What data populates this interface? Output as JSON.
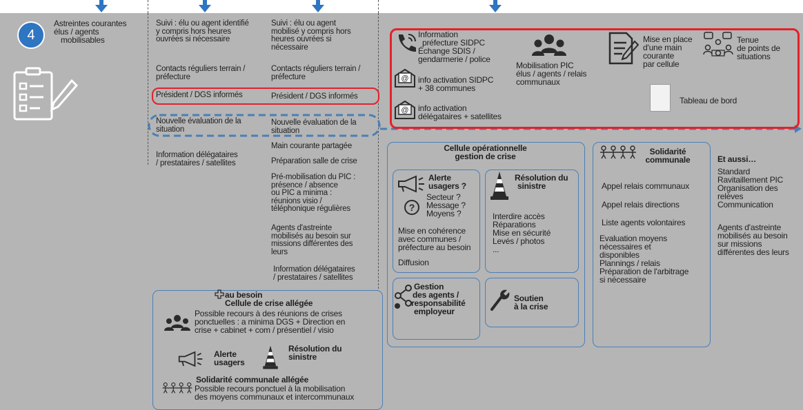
{
  "step": {
    "number": "4",
    "title_lines": [
      "Astreintes courantes",
      "élus / agents",
      "mobilisables"
    ]
  },
  "col1": {
    "suivi": [
      "Suivi : élu ou agent identifié",
      "y compris hors heures",
      "ouvrées si nécessaire"
    ],
    "contacts": [
      "Contacts réguliers terrain /",
      "préfecture"
    ],
    "president": "Président / DGS informés",
    "evaluation": [
      "Nouvelle évaluation de la",
      "situation"
    ],
    "information": [
      "Information délégataires",
      "/ prestataires / satellites"
    ]
  },
  "col2": {
    "suivi": [
      "Suivi : élu ou agent",
      "mobilisé y compris hors",
      "heures ouvrées si",
      "nécessaire"
    ],
    "contacts": [
      "Contacts réguliers terrain /",
      "préfecture"
    ],
    "president": "Président / DGS informés",
    "evaluation": [
      "Nouvelle évaluation de la",
      "situation"
    ],
    "main_courante": "Main courante partagée",
    "preparation": "Préparation salle de crise",
    "premob": [
      "Pré-mobilisation du PIC :",
      "présence / absence",
      "ou PIC a minima :",
      "réunions visio /",
      "téléphonique régulières"
    ],
    "agents": [
      "Agents d'astreinte",
      "mobilisés au besoin sur",
      "missions différentes des",
      "leurs"
    ],
    "information": [
      "Information délégataires",
      "/ prestataires / satellites"
    ]
  },
  "top_box": {
    "info_pref": [
      "Information",
      "préfecture SIDPC",
      "Échange SDIS /",
      "gendarmerie / police"
    ],
    "info_sidpc": [
      "info activation SIDPC",
      "+ 38 communes"
    ],
    "info_deleg": [
      "info activation",
      "délégataires + satellites"
    ],
    "mob_pic": [
      "Mobilisation PIC",
      "élus / agents / relais",
      "communaux"
    ],
    "main_cour": [
      "Mise en place",
      "d'une main",
      "courante",
      "par cellule"
    ],
    "points": [
      "Tenue",
      "de points de",
      "situations"
    ],
    "tableau": "Tableau de bord"
  },
  "cellule_ope": {
    "title": [
      "Cellule  opérationnelle",
      "gestion de crise"
    ],
    "alerte_title": [
      "Alerte",
      "usagers ?"
    ],
    "alerte_q": [
      "Secteur ?",
      "Message ?",
      "Moyens ?"
    ],
    "alerte_body": [
      "Mise en cohérence",
      "avec communes  /",
      "préfecture au besoin"
    ],
    "diffusion": "Diffusion",
    "resolution_title": [
      "Résolution du",
      "sinistre"
    ],
    "resolution_body": [
      "Interdire accès",
      "Réparations",
      "Mise en sécurité",
      "Levés / photos",
      "..."
    ],
    "gestion_title": [
      "Gestion",
      "des agents /",
      "responsabilité",
      "employeur"
    ],
    "soutien_title": [
      "Soutien",
      "à la crise"
    ]
  },
  "solidarite": {
    "title": [
      "Solidarité",
      "communale"
    ],
    "items": [
      "Appel relais communaux",
      "Appel relais directions",
      "Liste agents volontaires"
    ],
    "evaluation": [
      "Evaluation moyens",
      "nécessaires et",
      "disponibles",
      "Plannings / relais",
      "Préparation de l'arbitrage",
      "si nécessaire"
    ]
  },
  "et_aussi": {
    "title": "Et aussi…",
    "items": [
      "Standard",
      "Ravitaillement PIC",
      "Organisation des",
      "relèves",
      "Communication"
    ],
    "agents": [
      "Agents d'astreinte",
      "mobilisés au besoin",
      "sur missions",
      "différentes des leurs"
    ]
  },
  "cellule_allegee": {
    "au_besoin": "au besoin",
    "title": "Cellule de crise allégée",
    "body": [
      "Possible recours à des réunions de crises",
      "ponctuelles : a minima DGS + Direction en",
      "crise + cabinet + com  / présentiel / visio"
    ],
    "alerte": [
      "Alerte",
      "usagers"
    ],
    "resolution": [
      "Résolution du",
      "sinistre"
    ],
    "solidarite_title": "Solidarité communale allégée",
    "solidarite_body": [
      "Possible recours ponctuel à la mobilisation",
      "des moyens communaux et intercommunaux"
    ]
  },
  "colors": {
    "background": "#b5b5b5",
    "accent_blue": "#2e75c2",
    "red": "#e3212a",
    "box_blue": "#4a7fb6"
  }
}
